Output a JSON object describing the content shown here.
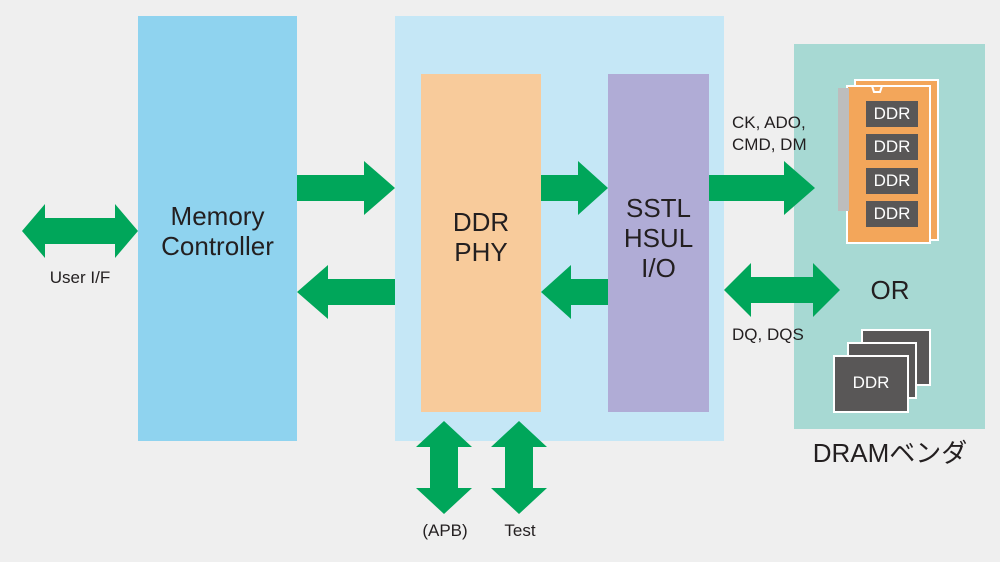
{
  "blocks": {
    "memory_controller": [
      "Memory",
      "Controller"
    ],
    "ddr_phy": [
      "DDR",
      "PHY"
    ],
    "io": [
      "SSTL",
      "HSUL",
      "I/O"
    ]
  },
  "labels": {
    "user_if": "User I/F",
    "apb": "(APB)",
    "test": "Test",
    "ck_lines": [
      "CK, ADO,",
      "CMD, DM"
    ],
    "dq_lines": "DQ, DQS",
    "or": "OR",
    "dram_vendor": "DRAMベンダ"
  },
  "memory": {
    "module_chips": [
      "DDR",
      "DDR",
      "DDR",
      "DDR"
    ],
    "discrete_chip": "DDR"
  },
  "colors": {
    "background": "#efefef",
    "memory_controller": "#8fd3ef",
    "phy_region": "#c5e7f6",
    "ddr_phy": "#f8cb9b",
    "io": "#b0acd6",
    "dram_region": "#a7d9d3",
    "arrow": "#00a65a",
    "module": "#f3a65a",
    "chip": "#595757"
  }
}
